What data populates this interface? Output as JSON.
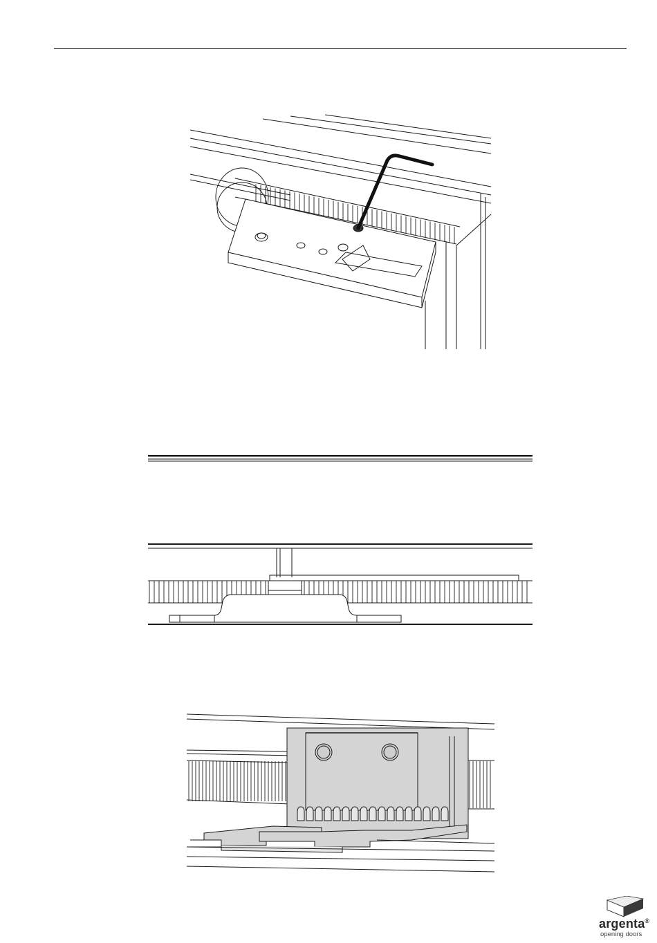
{
  "brand": {
    "name": "argenta",
    "registered_mark": "®",
    "tagline": "opening doors"
  },
  "figures": [
    {
      "name": "hex-key-adjusting-drive-bracket"
    },
    {
      "name": "rack-and-bracket-front-view"
    },
    {
      "name": "carriage-bracket-on-rack"
    }
  ],
  "colors": {
    "line": "#1a1a1a",
    "part_fill": "#d4d4d4",
    "part_fill_light": "#e6e6e6"
  }
}
